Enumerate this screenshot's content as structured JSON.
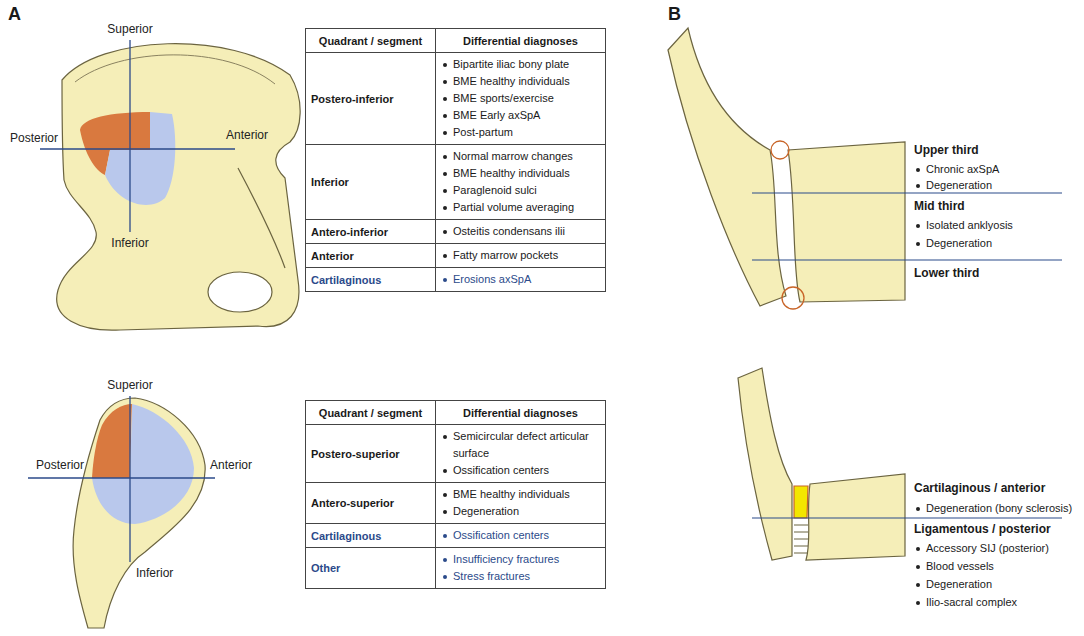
{
  "diagram": {
    "labels": [
      "A",
      "Superior",
      "Posterior",
      "Anterior",
      "Inferior",
      "Quadrant / segment",
      "Differential diagnoses",
      "Postero-inferior",
      "Bipartite iliac bony plate",
      "BME healthy individuals",
      "BME sports/exercise",
      "BME Early axSpA",
      "Post-partum",
      "Inferior",
      "Normal marrow changes",
      "BME healthy individuals",
      "Paraglenoid sulci",
      "Partial volume averaging",
      "Antero-inferior",
      "Osteitis condensans ilii",
      "Anterior",
      "Fatty marrow pockets",
      "Cartilaginous",
      "Erosions axSpA",
      "Superior",
      "Posterior",
      "Anterior",
      "Inferior",
      "Quadrant / segment",
      "Differential diagnoses",
      "Postero-superior",
      "Semicircular defect articular surface",
      "Ossification centers",
      "Antero-superior",
      "BME healthy individuals",
      "Degeneration",
      "Cartilaginous",
      "Ossification centers",
      "Other",
      "Insufficiency fractures",
      "Stress fractures",
      "B",
      "Upper third",
      "Chronic axSpA",
      "Degeneration",
      "Mid third",
      "Isolated anklyosis",
      "Degeneration",
      "Lower third",
      "Cartilaginous / anterior",
      "Degeneration (bony sclerosis)",
      "Ligamentous / posterior",
      "Accessory SIJ (posterior)",
      "Blood vessels",
      "Degeneration",
      "Ilio-sacral complex"
    ]
  }
}
